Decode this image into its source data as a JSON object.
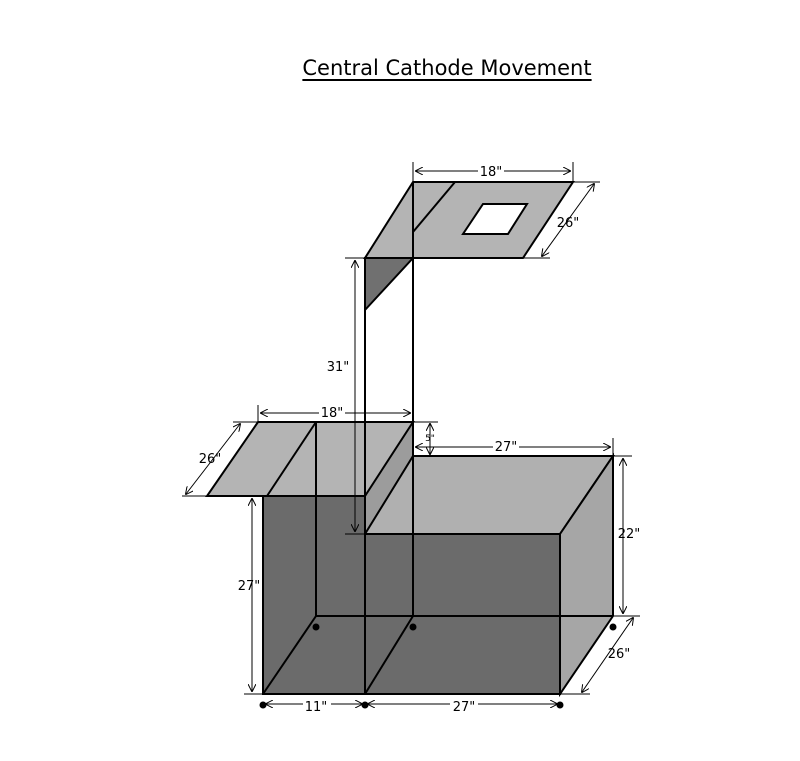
{
  "title": "Central Cathode Movement",
  "dimensions": {
    "top_width": "18\"",
    "top_depth": "26\"",
    "column_height": "31\"",
    "upper_width": "18\"",
    "upper_depth": "26\"",
    "gap": "5\"",
    "box_width_top": "27\"",
    "box_height": "22\"",
    "left_height": "27\"",
    "base_depth": "26\"",
    "base_left": "11\"",
    "base_right": "27\""
  },
  "colors": {
    "light_panel": "#b0b0b0",
    "mid_panel": "#9a9a9a",
    "dark_panel": "#6a6a6a",
    "outline": "#000000"
  }
}
